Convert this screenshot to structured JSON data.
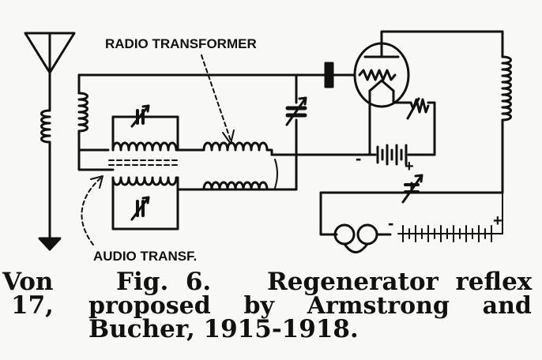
{
  "diagram": {
    "labels": {
      "radio_transformer": "RADIO TRANSFORMER",
      "audio_transformer": "AUDIO TRANSF."
    },
    "polarity": {
      "minus": "-",
      "plus": "+"
    }
  },
  "caption": {
    "left_col_1": "Von",
    "left_col_2": "17,",
    "line1_fig": "Fig.  6.",
    "line1_title": "Regenerator  reflex",
    "line2": "proposed    by    Armstrong    and",
    "line3": "Bucher, 1915-1918."
  }
}
